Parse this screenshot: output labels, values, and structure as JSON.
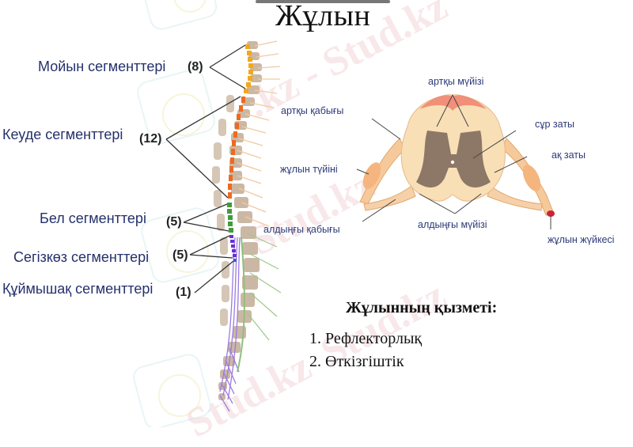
{
  "title": "Жұлын",
  "spine_segments": [
    {
      "label": "Мойын сегменттері",
      "count": "(8)",
      "color": "#f2a81c"
    },
    {
      "label": "Кеуде сегменттері",
      "count": "(12)",
      "color": "#ef6a1f"
    },
    {
      "label": "Бел сегменттері",
      "count": "(5)",
      "color": "#3f9c3a"
    },
    {
      "label": "Сегізкөз сегменттері",
      "count": "(5)",
      "color": "#6a2fd6"
    },
    {
      "label": "Құймышақ сегменттері",
      "count": "(1)",
      "color": "#3a5fd6"
    }
  ],
  "cross_section_labels": {
    "posterior_horn": "артқы мүйізі",
    "posterior_root": "артқы қабығы",
    "gray_matter": "сұр заты",
    "white_matter": "ақ заты",
    "spinal_ganglion": "жұлын түйіні",
    "anterior_root": "алдыңғы қабығы",
    "anterior_horn": "алдыңғы мүйізі",
    "spinal_nerve": "жұлын жүйкесі"
  },
  "functions": {
    "heading": "Жұлынның қызметі:",
    "items": [
      "1. Рефлекторлық",
      "2. Өткізгіштік"
    ]
  },
  "watermark": "Stud.kz"
}
